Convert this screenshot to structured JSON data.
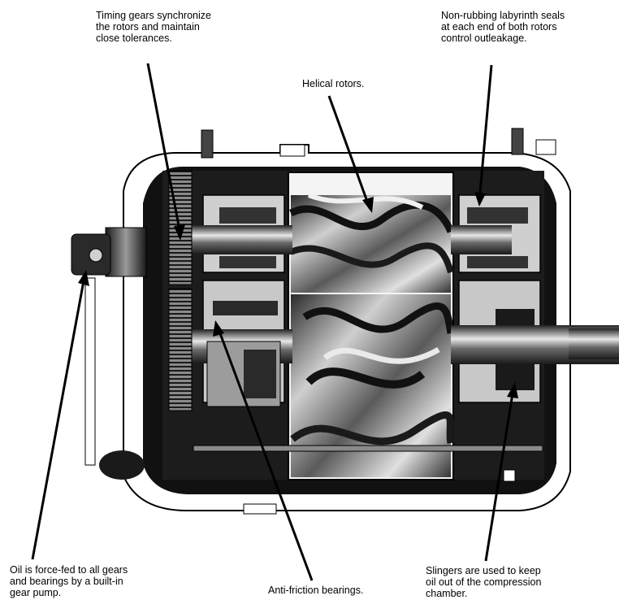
{
  "labels": {
    "timing_gears": [
      "Timing gears synchronize",
      "the rotors and maintain",
      "close tolerances."
    ],
    "labyrinth_seals": [
      "Non-rubbing labyrinth seals",
      "at each end of both rotors",
      "control outleakage."
    ],
    "helical_rotors": [
      "Helical rotors."
    ],
    "oil_pump": [
      "Oil is force-fed to all gears",
      "and bearings by a built-in",
      "gear pump."
    ],
    "bearings": [
      "Anti-friction bearings."
    ],
    "slingers": [
      "Slingers are used to keep",
      "oil out of the compression",
      "chamber."
    ]
  },
  "colors": {
    "ink": "#000000",
    "metal_dark": "#111111",
    "metal_mid": "#6e6e6e",
    "metal_light": "#d9d9d9",
    "paper": "#ffffff"
  }
}
